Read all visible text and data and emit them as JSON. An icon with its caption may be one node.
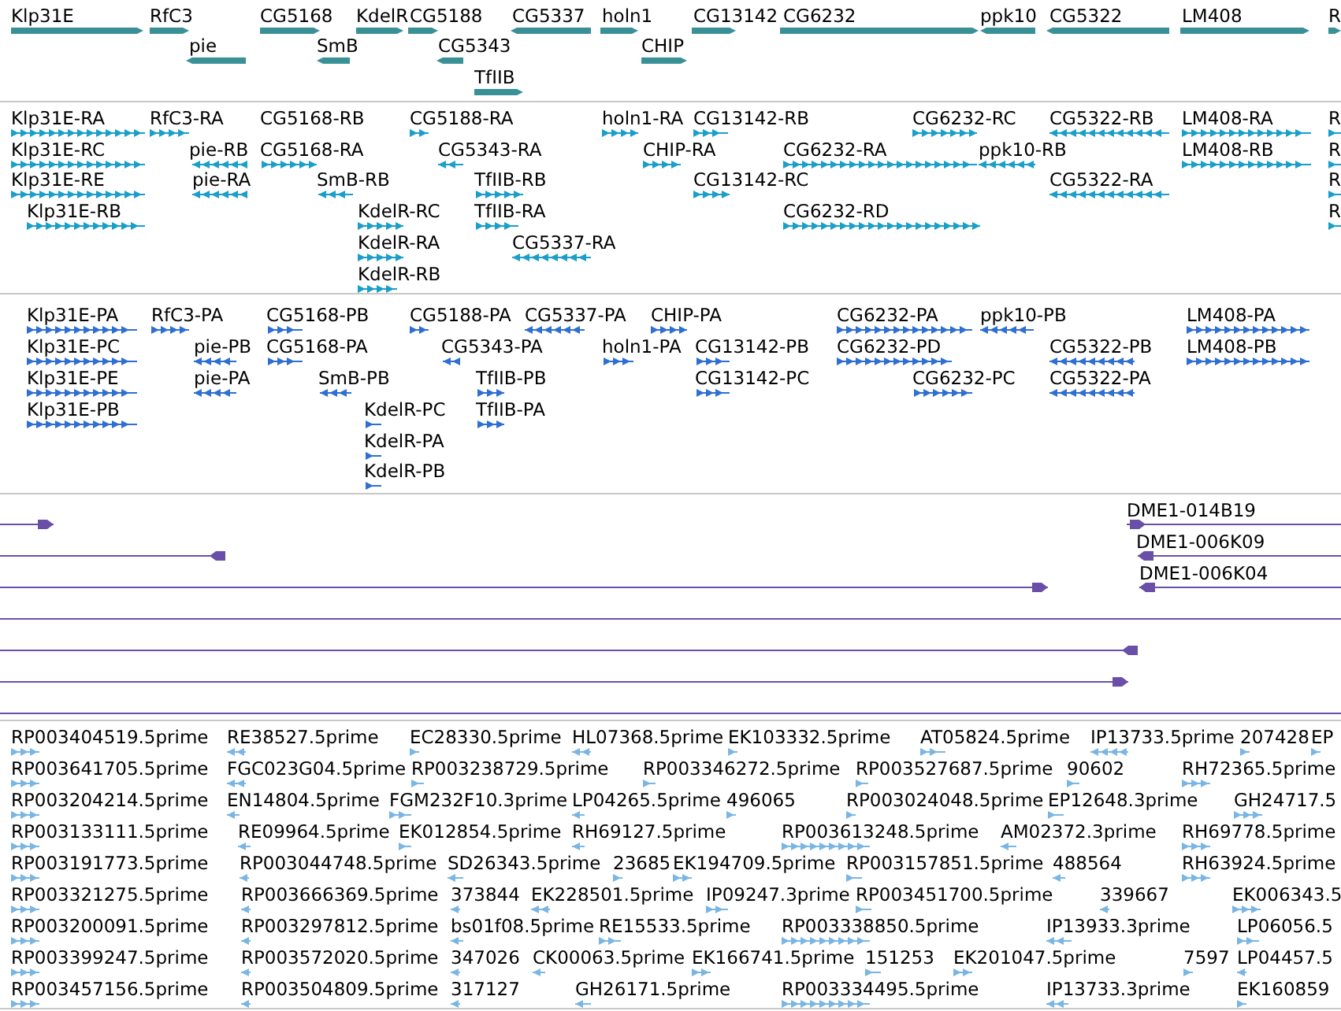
{
  "diagram": {
    "labels": [
      "Klp31E",
      "RfC3",
      "CG5168",
      "KdelR",
      "CG5188",
      "CG5337",
      "holn1",
      "CG13142",
      "CG6232",
      "ppk10",
      "CG5322",
      "LM408",
      "R",
      "pie",
      "SmB",
      "CG5343",
      "CHIP",
      "TfIIB",
      "Klp31E-RA",
      "RfC3-RA",
      "CG5168-RB",
      "CG5188-RA",
      "holn1-RA",
      "CG13142-RB",
      "CG6232-RC",
      "CG5322-RB",
      "LM408-RA",
      "R",
      "Klp31E-RC",
      "pie-RB",
      "CG5168-RA",
      "CG5343-RA",
      "CHIP-RA",
      "CG6232-RA",
      "ppk10-RB",
      "LM408-RB",
      "R",
      "Klp31E-RE",
      "pie-RA",
      "SmB-RB",
      "TfIIB-RB",
      "CG13142-RC",
      "CG5322-RA",
      "R",
      "Klp31E-RB",
      "KdelR-RC",
      "TfIIB-RA",
      "CG6232-RD",
      "R",
      "KdelR-RA",
      "CG5337-RA",
      "KdelR-RB",
      "Klp31E-PA",
      "RfC3-PA",
      "CG5168-PB",
      "CG5188-PA",
      "CG5337-PA",
      "CHIP-PA",
      "CG6232-PA",
      "ppk10-PB",
      "LM408-PA",
      "Klp31E-PC",
      "pie-PB",
      "CG5168-PA",
      "CG5343-PA",
      "holn1-PA",
      "CG13142-PB",
      "CG6232-PD",
      "CG5322-PB",
      "LM408-PB",
      "Klp31E-PE",
      "pie-PA",
      "SmB-PB",
      "TfIIB-PB",
      "CG13142-PC",
      "CG6232-PC",
      "CG5322-PA",
      "Klp31E-PB",
      "KdelR-PC",
      "TfIIB-PA",
      "KdelR-PA",
      "KdelR-PB",
      "DME1-014B19",
      "DME1-006K09",
      "DME1-006K04",
      "RP003404519.5prime",
      "RE38527.5prime",
      "EC28330.5prime",
      "HL07368.5prime",
      "EK103332.5prime",
      "AT05824.5prime",
      "IP13733.5prime",
      "207428",
      "EP",
      "RP003641705.5prime",
      "FGC023G04.5prime",
      "RP003238729.5prime",
      "RP003346272.5prime",
      "RP003527687.5prime",
      "90602",
      "RH72365.5prime",
      "RP003204214.5prime",
      "EN14804.5prime",
      "FGM232F10.3prime",
      "LP04265.5prime",
      "496065",
      "RP003024048.5prime",
      "EP12648.3prime",
      "GH24717.5",
      "RP003133111.5prime",
      "RE09964.5prime",
      "EK012854.5prime",
      "RH69127.5prime",
      "RP003613248.5prime",
      "AM02372.3prime",
      "RH69778.5prime",
      "RP003191773.5prime",
      "RP003044748.5prime",
      "SD26343.5prime",
      "23685",
      "EK194709.5prime",
      "RP003157851.5prime",
      "488564",
      "RH63924.5prime",
      "RP003321275.5prime",
      "RP003666369.5prime",
      "373844",
      "EK228501.5prime",
      "IP09247.3prime",
      "RP003451700.5prime",
      "339667",
      "EK006343.5",
      "RP003200091.5prime",
      "RP003297812.5prime",
      "bs01f08.5prime",
      "RE15533.5prime",
      "RP003338850.5prime",
      "IP13933.3prime",
      "LP06056.5",
      "RP003399247.5prime",
      "RP003572020.5prime",
      "347026",
      "CK00063.5prime",
      "EK166741.5prime",
      "151253",
      "EK201047.5prime",
      "7597",
      "LP04457.5",
      "RP003457156.5prime",
      "RP003504809.5prime",
      "317127",
      "GH26171.5prime",
      "RP003334495.5prime",
      "IP13733.3prime",
      "EK160859"
    ]
  }
}
